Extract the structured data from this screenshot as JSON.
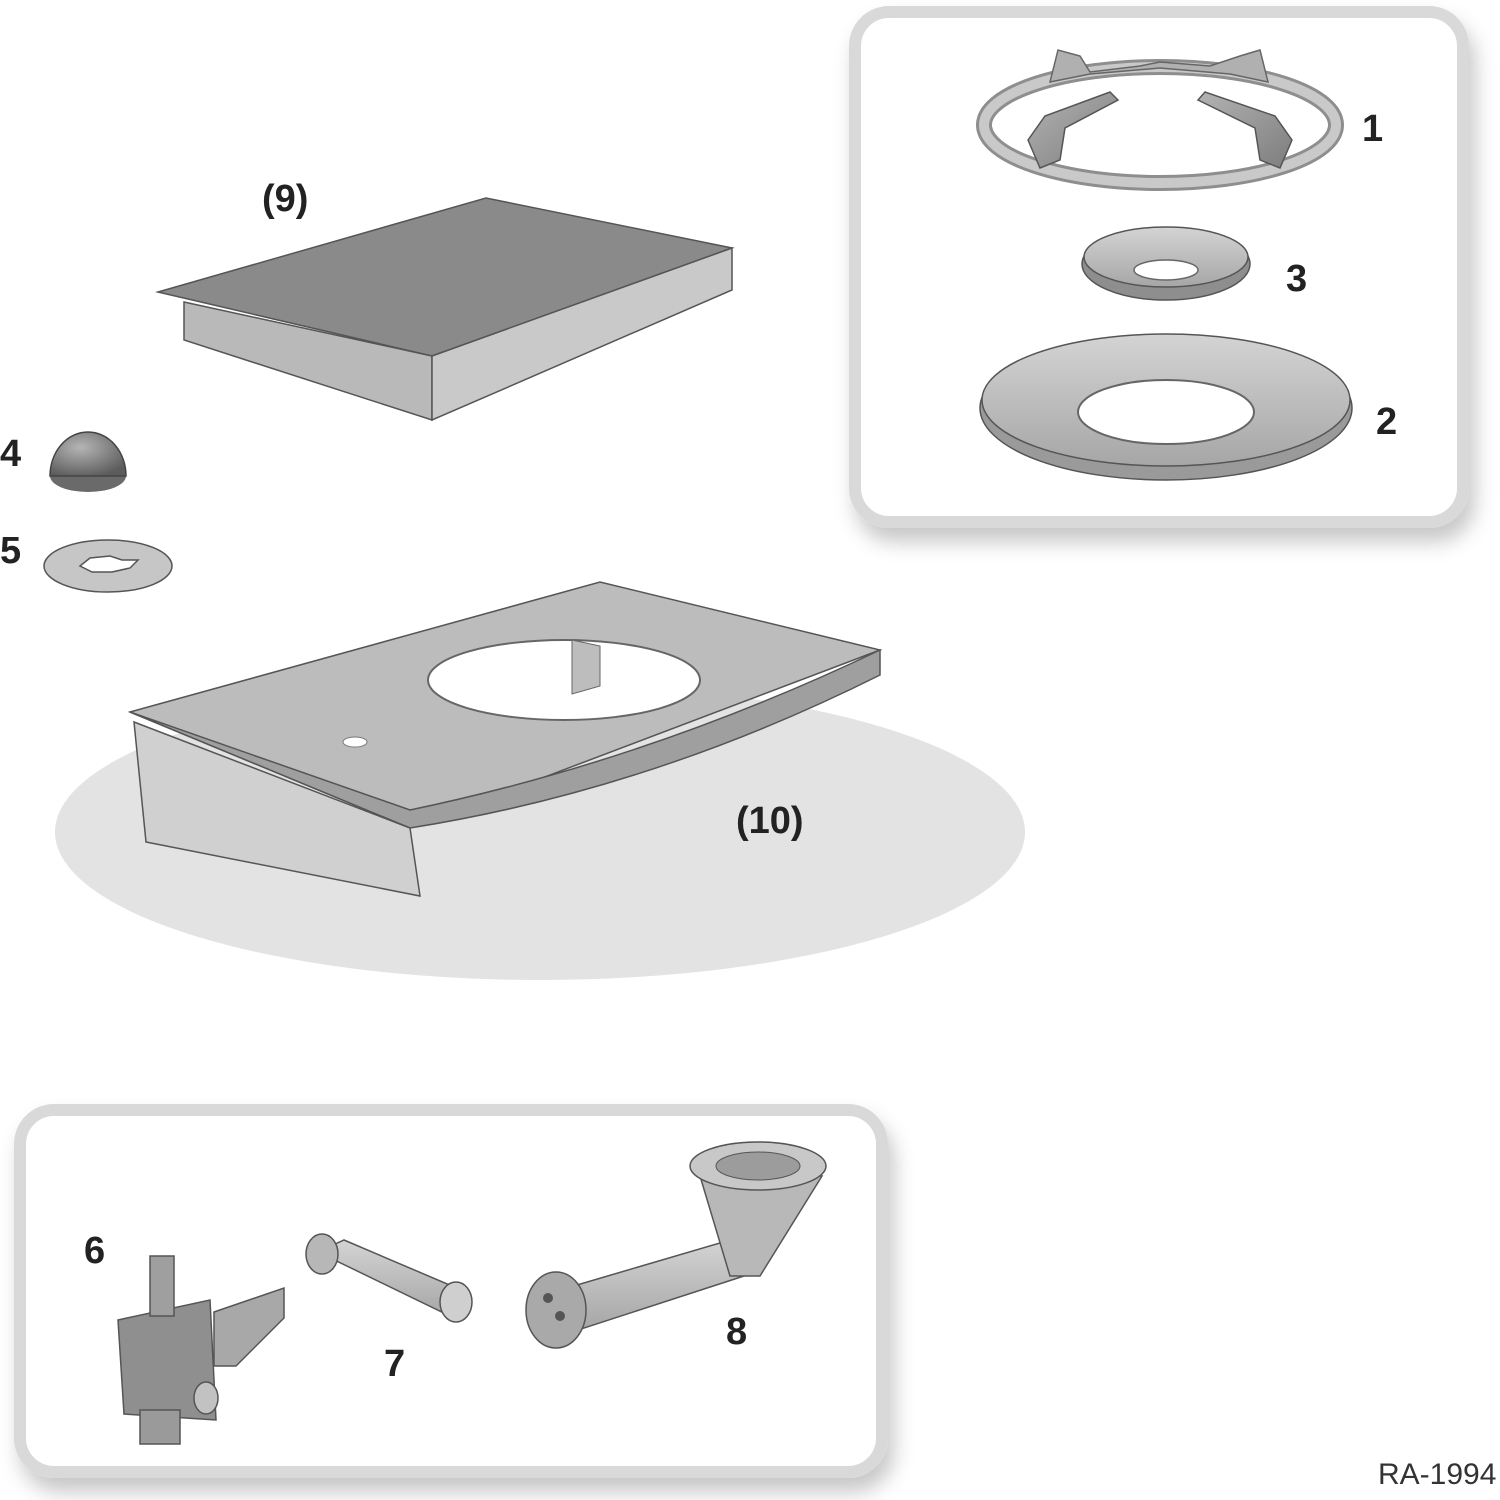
{
  "diagram": {
    "reference_code": "RA-1994",
    "colors": {
      "part_fill": "#bdbdbd",
      "part_dark": "#8e8e8e",
      "part_stroke": "#555555",
      "panel_border": "#d9d9d9",
      "floor_shadow": "#e3e3e3",
      "label": "#222222"
    },
    "parts": [
      {
        "id": "pan-support-ring",
        "label": "1"
      },
      {
        "id": "drip-tray-ring",
        "label": "2"
      },
      {
        "id": "burner-cap",
        "label": "3"
      },
      {
        "id": "control-knob",
        "label": "4"
      },
      {
        "id": "knob-bezel",
        "label": "5"
      },
      {
        "id": "gas-valve",
        "label": "6"
      },
      {
        "id": "injector-nozzle",
        "label": "7"
      },
      {
        "id": "burner-pipe",
        "label": "8"
      },
      {
        "id": "lid-panel",
        "label": "(9)"
      },
      {
        "id": "hob-top-plate",
        "label": "(10)"
      }
    ]
  }
}
